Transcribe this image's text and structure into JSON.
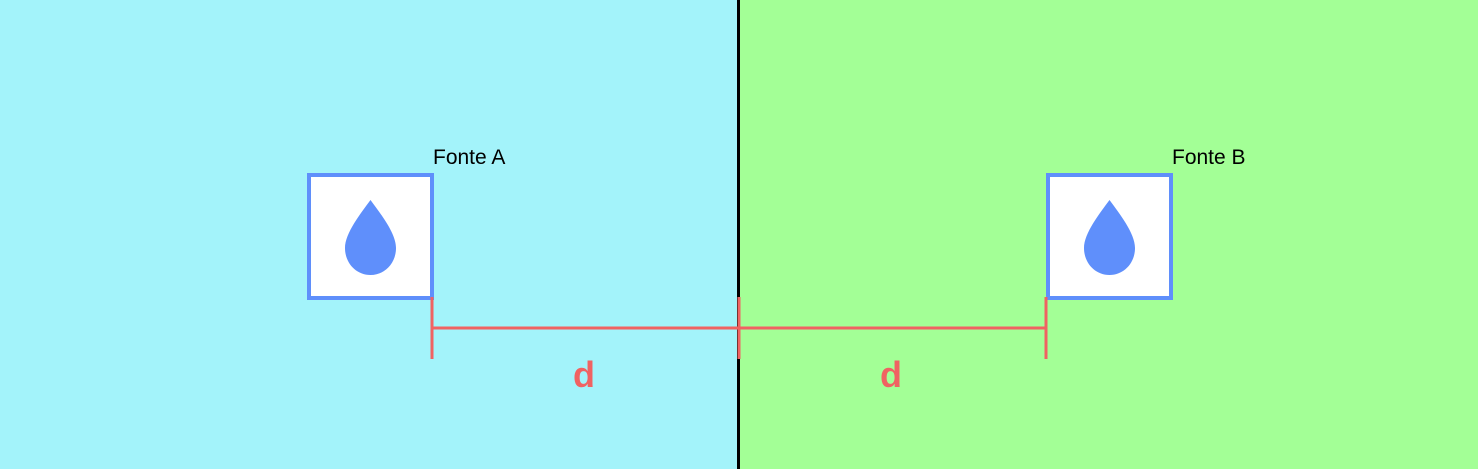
{
  "colors": {
    "region_a_bg": "#a3f3fa",
    "region_b_bg": "#a3ff96",
    "divider": "#000000",
    "source_accent": "#5f8ffb",
    "measure": "#f06262"
  },
  "sources": [
    {
      "label": "Fonte A",
      "icon": "water-drop-icon"
    },
    {
      "label": "Fonte B",
      "icon": "water-drop-icon"
    }
  ],
  "distance": {
    "left_label": "d",
    "right_label": "d"
  }
}
